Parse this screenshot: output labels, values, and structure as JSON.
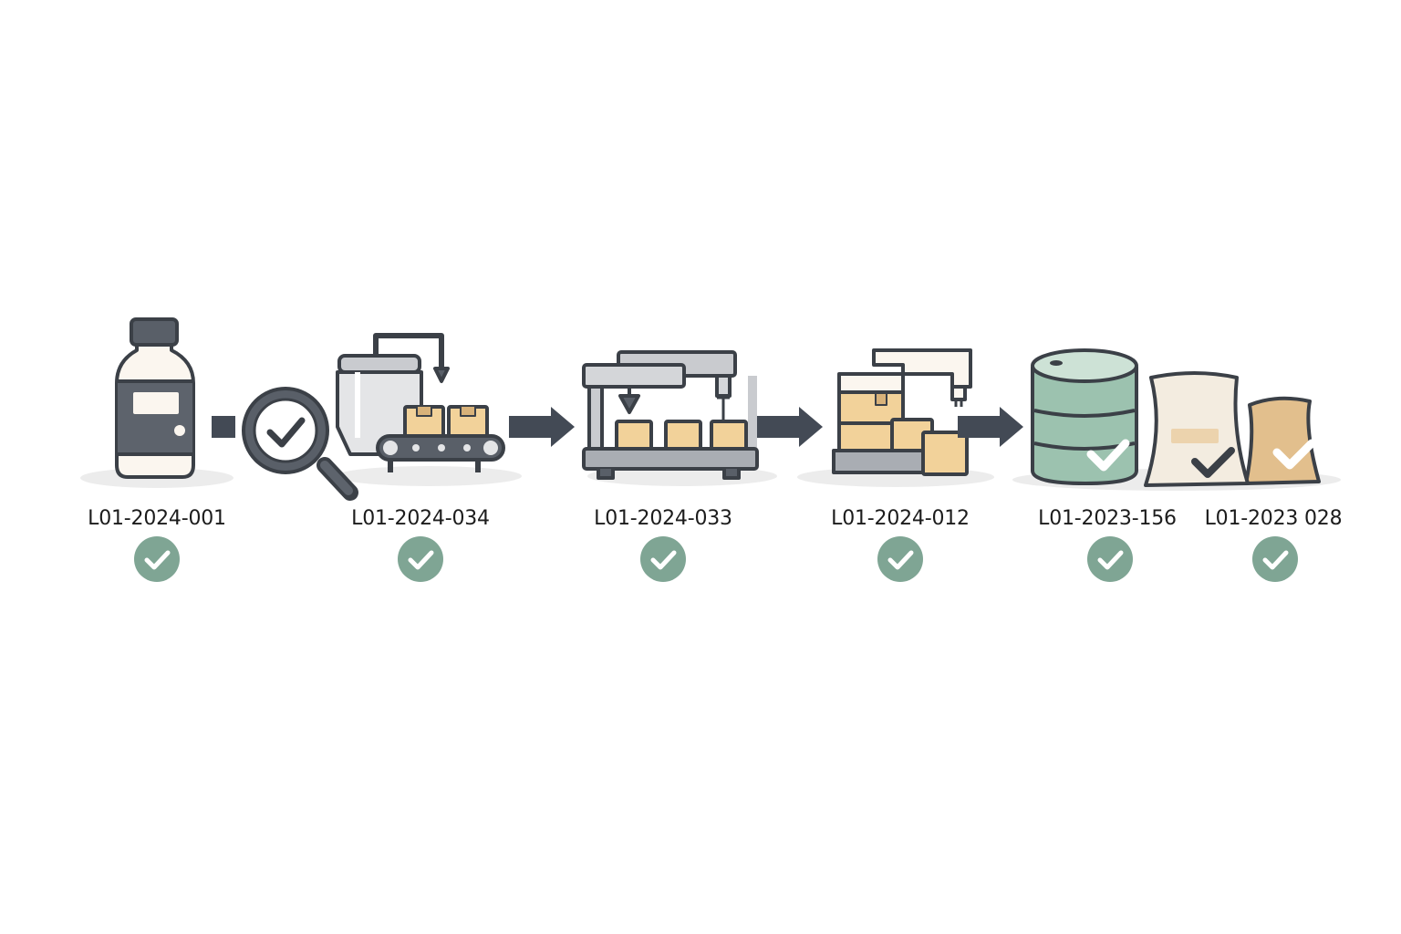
{
  "colors": {
    "outline": "#3b4047",
    "arrow": "#434a55",
    "metal": "#a9adb3",
    "metal_light": "#d4d6d9",
    "box": "#f2d29a",
    "bottle_body": "#fbf6ef",
    "label_band": "#5d636c",
    "drum": "#9cc2af",
    "sack_white": "#f3ece0",
    "sack_kraft": "#e2bf8d",
    "check_green": "#7fa594",
    "shadow": "#e9e9e9"
  },
  "lots": [
    {
      "id": "L01-2024-001",
      "icon": "bottle-icon",
      "status": "verified"
    },
    {
      "id": "L01-2024-034",
      "icon": "mixing-conveyor-icon",
      "status": "verified"
    },
    {
      "id": "L01-2024-033",
      "icon": "filling-machine-icon",
      "status": "verified"
    },
    {
      "id": "L01-2024-012",
      "icon": "packing-station-icon",
      "status": "verified"
    },
    {
      "id": "L01-2023-156",
      "icon": "drum-icon",
      "status": "verified"
    },
    {
      "id": "L01-2023 028",
      "icon": "sacks-icon",
      "status": "verified"
    }
  ],
  "connectors": [
    "arrow-icon",
    "arrow-icon",
    "arrow-icon",
    "arrow-icon"
  ],
  "inspection": {
    "icon": "magnifier-check-icon"
  }
}
